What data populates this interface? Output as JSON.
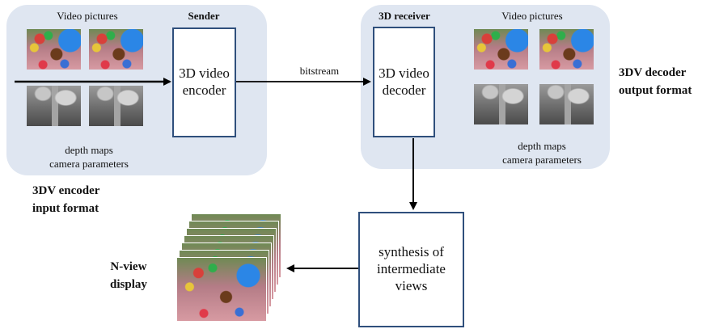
{
  "labels": {
    "video_pictures_left": "Video pictures",
    "video_pictures_right": "Video pictures",
    "sender_title": "Sender",
    "receiver_title": "3D receiver",
    "depth_left": "depth maps\ncamera parameters",
    "depth_right": "depth maps\ncamera parameters",
    "encoder_input": "3DV encoder\ninput format",
    "decoder_output": "3DV decoder\noutput format",
    "bitstream": "bitstream",
    "n_view": "N-view\ndisplay"
  },
  "boxes": {
    "encoder": "3D video\nencoder",
    "decoder": "3D video\ndecoder",
    "synthesis": "synthesis of\nintermediate\nviews"
  },
  "colors": {
    "panel": "#dfe6f1",
    "box_border": "#2f4f7c"
  }
}
